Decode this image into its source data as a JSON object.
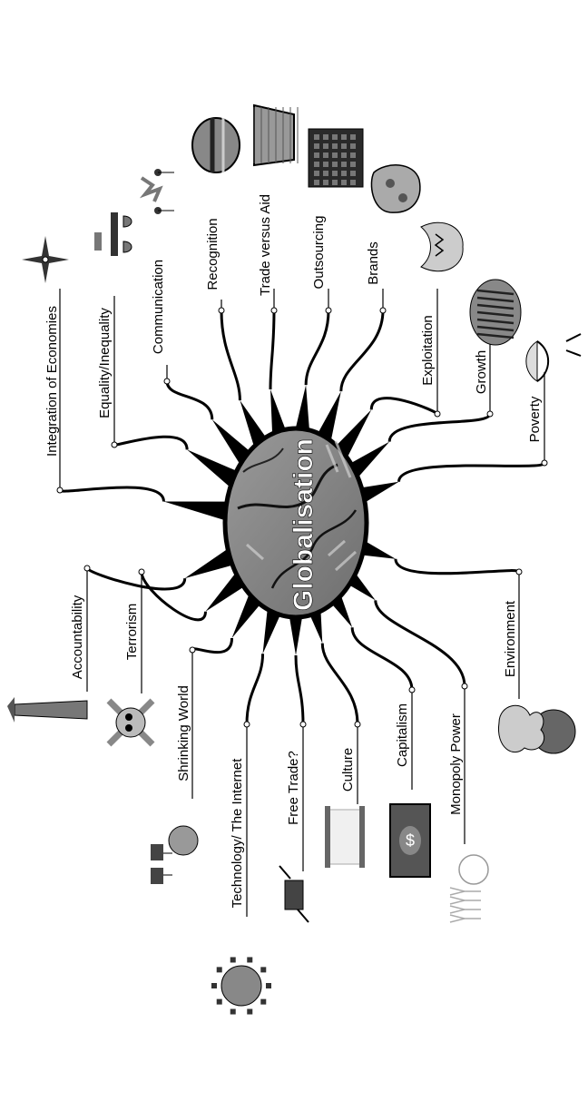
{
  "center": {
    "title": "Globalisation"
  },
  "topics": [
    {
      "id": "integration",
      "label": "Integration of Economies",
      "icon": "compass-icon"
    },
    {
      "id": "equality",
      "label": "Equality/Inequality",
      "icon": "scales-icon"
    },
    {
      "id": "communication",
      "label": "Communication",
      "icon": "satellite-antenna-icon"
    },
    {
      "id": "recognition",
      "label": "Recognition",
      "icon": "hamburger-icon"
    },
    {
      "id": "trade-aid",
      "label": "Trade versus Aid",
      "icon": "brick-wall-icon"
    },
    {
      "id": "outsourcing",
      "label": "Outsourcing",
      "icon": "circuit-board-icon"
    },
    {
      "id": "brands",
      "label": "Brands",
      "icon": "game-controller-icon"
    },
    {
      "id": "exploitation",
      "label": "Exploitation",
      "icon": "shark-jaws-icon"
    },
    {
      "id": "growth",
      "label": "Growth",
      "icon": "tiger-icon"
    },
    {
      "id": "poverty",
      "label": "Poverty",
      "icon": "empty-bowl-icon"
    },
    {
      "id": "environment",
      "label": "Environment",
      "icon": "polluted-globe-icon"
    },
    {
      "id": "monopoly",
      "label": "Monopoly Power",
      "icon": "globe-people-icon"
    },
    {
      "id": "capitalism",
      "label": "Capitalism",
      "icon": "dollar-banknote-icon"
    },
    {
      "id": "culture",
      "label": "Culture",
      "icon": "scroll-icon"
    },
    {
      "id": "free-trade",
      "label": "Free Trade?",
      "icon": "money-hands-icon"
    },
    {
      "id": "technology",
      "label": "Technology/ The Internet",
      "icon": "networked-globe-icon"
    },
    {
      "id": "shrinking",
      "label": "Shrinking World",
      "icon": "computer-network-globe-icon"
    },
    {
      "id": "terrorism",
      "label": "Terrorism",
      "icon": "skull-crossbones-icon"
    },
    {
      "id": "accountability",
      "label": "Accountability",
      "icon": "statue-of-liberty-icon"
    }
  ]
}
